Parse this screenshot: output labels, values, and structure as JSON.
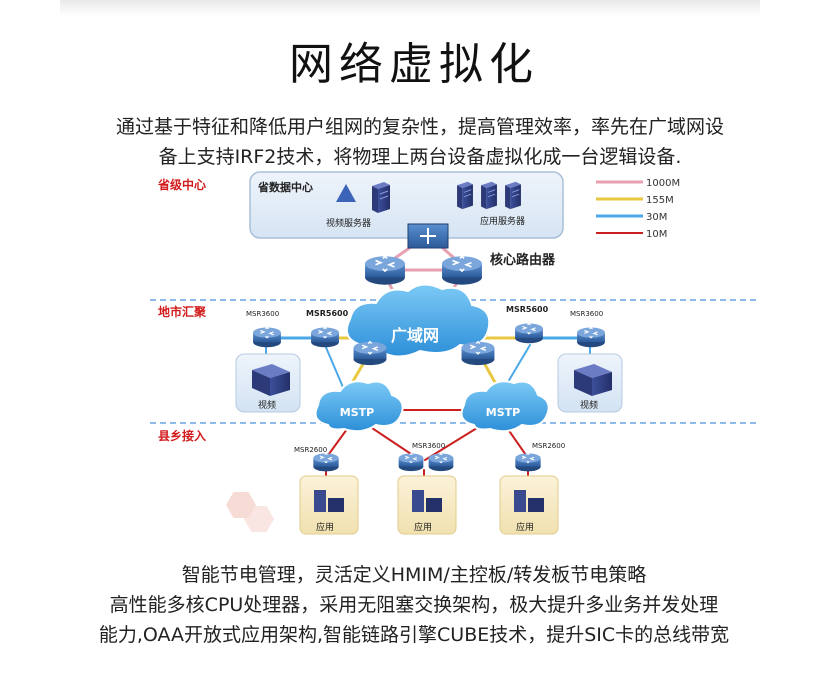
{
  "title": "网络虚拟化",
  "intro": [
    "通过基于特征和降低用户组网的复杂性，提高管理效率，率先在广域网设",
    "备上支持IRF2技术，将物理上两台设备虚拟化成一台逻辑设备."
  ],
  "diagram": {
    "levels": {
      "province": "省级中心",
      "city": "地市汇聚",
      "county": "县乡接入"
    },
    "datacenter": {
      "label": "省数据中心",
      "video_server": "视频服务器",
      "app_server": "应用服务器"
    },
    "core_router": "核心路由器",
    "wan": "广域网",
    "mstp": "MSTP",
    "devices": {
      "msr3600": "MSR3600",
      "msr5600": "MSR5600",
      "msr2600": "MSR2600"
    },
    "video": "视频",
    "app": "应用",
    "legend": [
      {
        "label": "1000M",
        "color": "#e8a0b0"
      },
      {
        "label": "155M",
        "color": "#e8c840"
      },
      {
        "label": "30M",
        "color": "#4aa8e8"
      },
      {
        "label": "10M",
        "color": "#cc2020"
      }
    ],
    "colors": {
      "level_label": "#d11d1d",
      "router": "#3a6aa8",
      "cloud": "#3a9ee0",
      "dash": "#6aa4e4"
    }
  },
  "bottom": [
    "智能节电管理，灵活定义HMIM/主控板/转发板节电策略",
    "高性能多核CPU处理器，采用无阻塞交换架构，极大提升多业务并发处理",
    "能力,OAA开放式应用架构,智能链路引擎CUBE技术，提升SIC卡的总线带宽"
  ]
}
